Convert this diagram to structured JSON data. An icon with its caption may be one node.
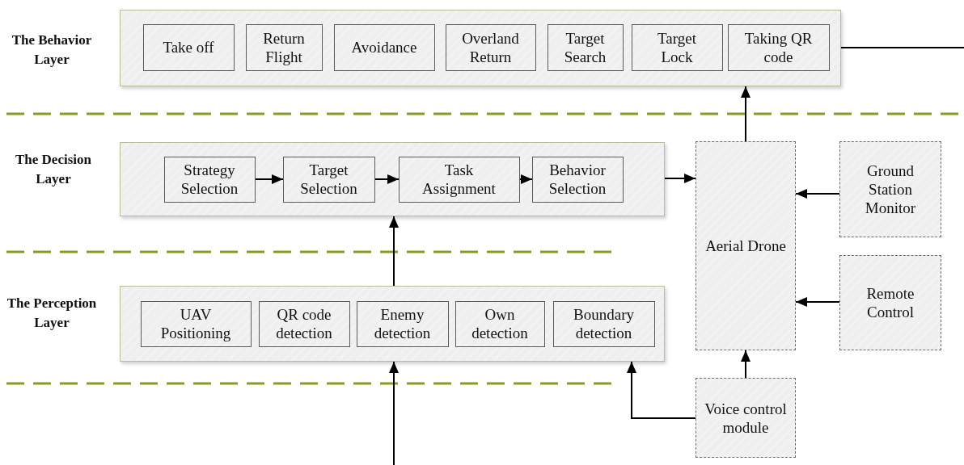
{
  "diagram": {
    "nodes": [
      {
        "text": [],
        "shape": "box"
      },
      {
        "text": [
          "Take off"
        ],
        "in": 0
      },
      {
        "text": [
          "Return Flight"
        ],
        "in": 0
      },
      {
        "text": [
          "Avoidance"
        ],
        "in": 0
      },
      {
        "text": [
          "Overland Return"
        ],
        "in": 0
      },
      {
        "text": [
          "Target Search"
        ],
        "in": 0
      },
      {
        "text": [
          "Target Lock"
        ],
        "in": 0
      },
      {
        "text": [
          "Taking QR code"
        ],
        "in": 0
      },
      {
        "text": [],
        "shape": "box"
      },
      {
        "text": [
          "Strategy Selection"
        ],
        "in": 8
      },
      {
        "text": [
          "Target Selection"
        ],
        "in": 8
      },
      {
        "text": [
          "Task Assignment"
        ],
        "in": 8
      },
      {
        "text": [
          "Behavior Selection"
        ],
        "in": 8
      },
      {
        "text": [
          "Aerial Drone"
        ]
      },
      {
        "text": [
          "Ground Station Monitor"
        ]
      },
      {
        "text": [
          "Remote Control"
        ]
      },
      {
        "text": [],
        "shape": "box"
      },
      {
        "text": [
          "UAV Positioning"
        ],
        "in": 16
      },
      {
        "text": [
          "QR code detection"
        ],
        "in": 16
      },
      {
        "text": [
          "Enemy detection"
        ],
        "in": 16
      },
      {
        "text": [
          "Own detection"
        ],
        "in": 16
      },
      {
        "text": [
          "Boundary detection"
        ],
        "in": 16
      },
      {
        "text": [
          "Voice control module"
        ]
      }
    ],
    "edges": [
      {
        "from": 9,
        "to": 10,
        "arrow": "to"
      },
      {
        "from": 10,
        "to": 11,
        "arrow": "to"
      },
      {
        "from": 11,
        "to": 12,
        "arrow": "to"
      },
      {
        "from": 8,
        "to": 13,
        "arrow": "to"
      },
      {
        "from": 13,
        "to": 0,
        "arrow": "to"
      },
      {
        "from": 14,
        "to": 13,
        "arrow": "to"
      },
      {
        "from": 15,
        "to": 13,
        "arrow": "to"
      },
      {
        "from": 22,
        "to": 13,
        "arrow": "to"
      },
      {
        "from": 22,
        "to": 16,
        "arrow": "to"
      },
      {
        "from": 16,
        "to": 8,
        "arrow": "to"
      },
      {
        "from": null,
        "to": 16,
        "arrow": "to"
      },
      {
        "from": 0,
        "to": null,
        "arrow": "none"
      }
    ],
    "labels": [
      "The Behavior Layer",
      "The Decision Layer",
      "The Perception Layer"
    ]
  }
}
